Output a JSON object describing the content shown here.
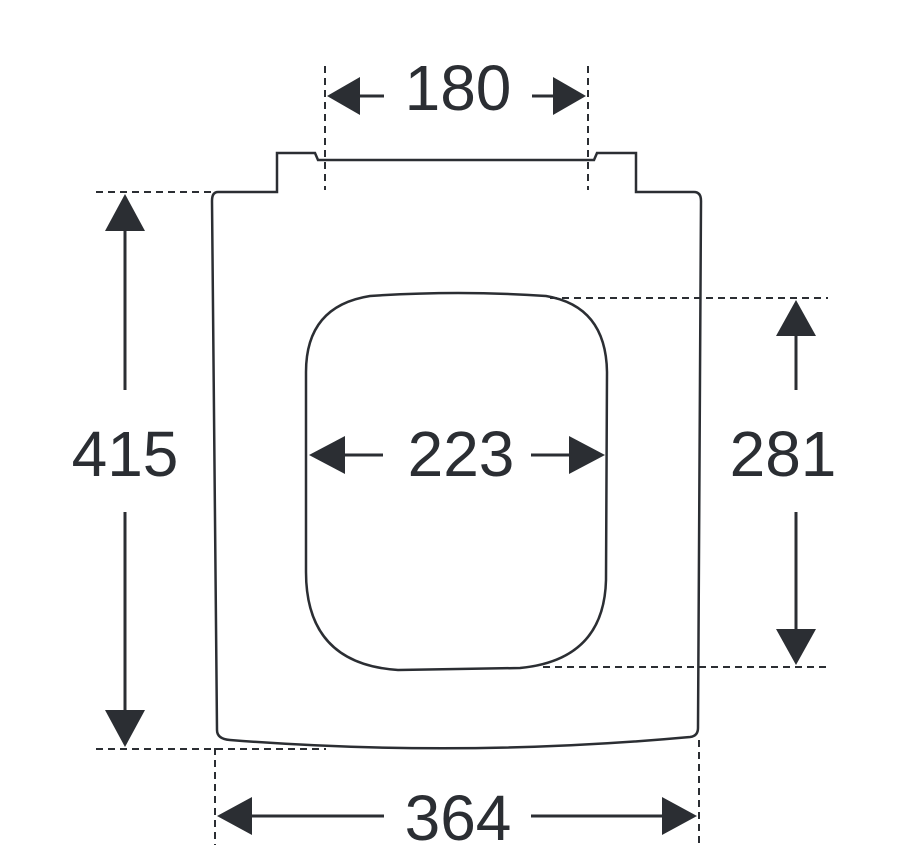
{
  "colors": {
    "outline": "#2b2e33",
    "background": "#ffffff"
  },
  "dimensions": {
    "hinge_spacing": "180",
    "seat_length": "415",
    "opening_width": "223",
    "opening_length": "281",
    "seat_width": "364"
  }
}
